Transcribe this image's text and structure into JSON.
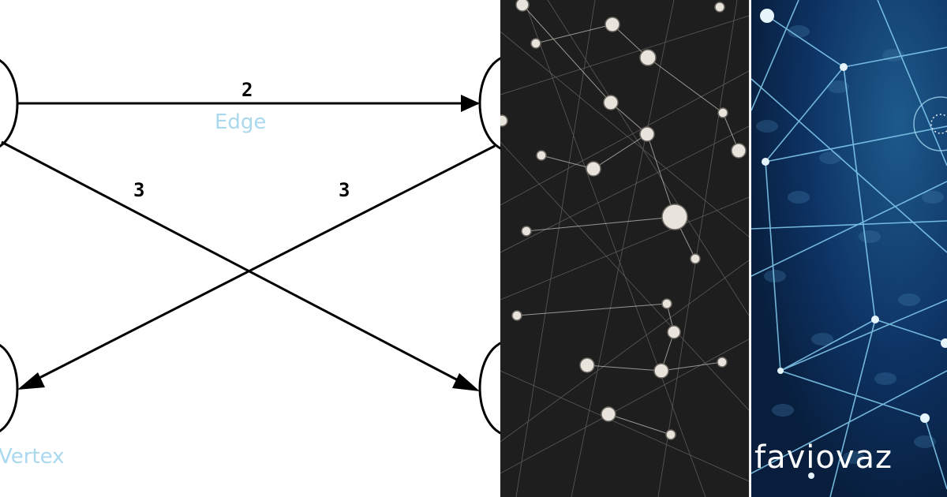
{
  "diagram": {
    "edge_weights": {
      "top": "2",
      "cross_left": "3",
      "cross_right": "3"
    },
    "edge_caption": "Edge",
    "vertex_caption": "Vertex",
    "colors": {
      "stroke": "#000000",
      "caption": "#a9d8ef"
    }
  },
  "dark_network": {
    "background": "#1e1e1e",
    "node_color": "#e8e4dc"
  },
  "blue_network": {
    "background": "#0b2a4f",
    "line_color": "#7fc6ea",
    "watermark": "faviovaz"
  }
}
